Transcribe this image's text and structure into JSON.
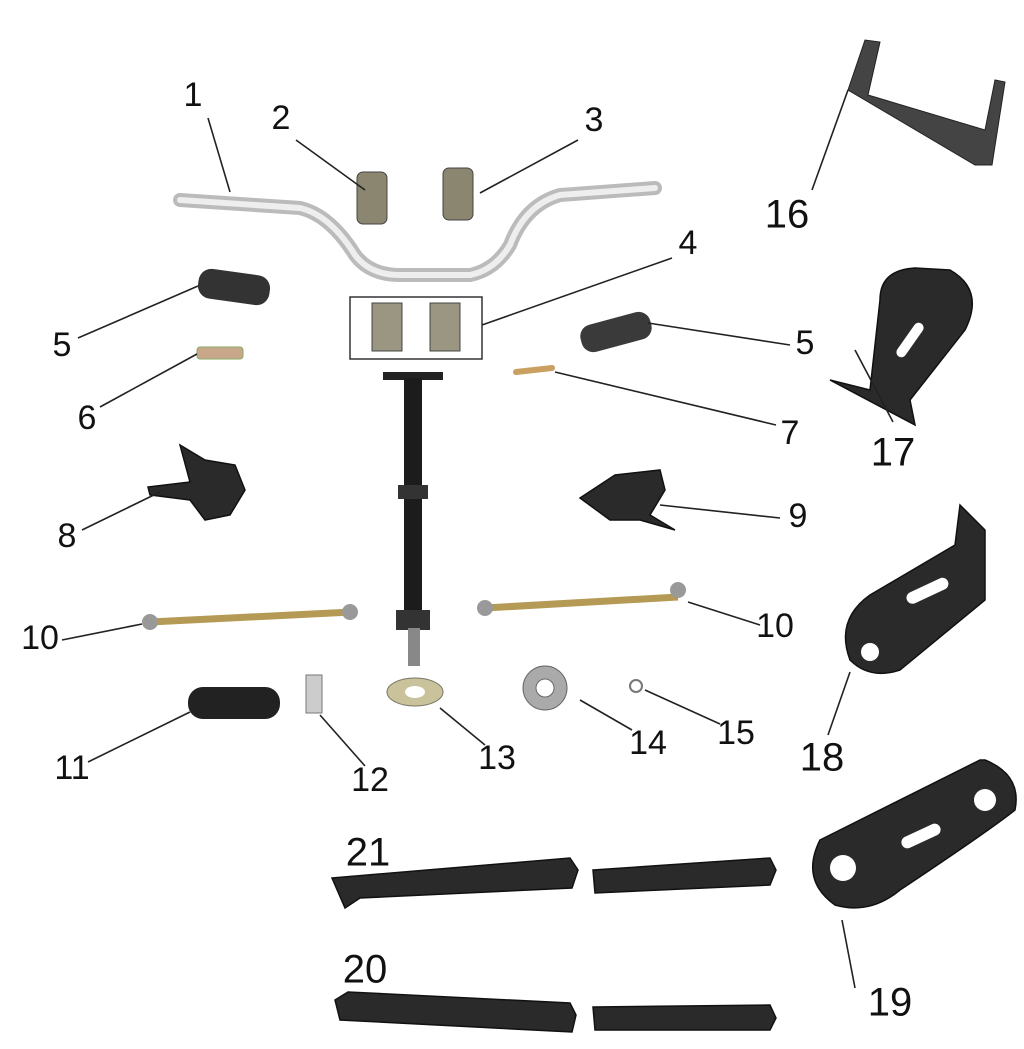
{
  "diagram": {
    "title": "Steering assembly exploded parts diagram",
    "labels": [
      "1",
      "2",
      "3",
      "4",
      "5",
      "5",
      "6",
      "7",
      "8",
      "9",
      "10",
      "10",
      "11",
      "12",
      "13",
      "14",
      "15",
      "16",
      "17",
      "18",
      "19",
      "21",
      "20"
    ]
  }
}
